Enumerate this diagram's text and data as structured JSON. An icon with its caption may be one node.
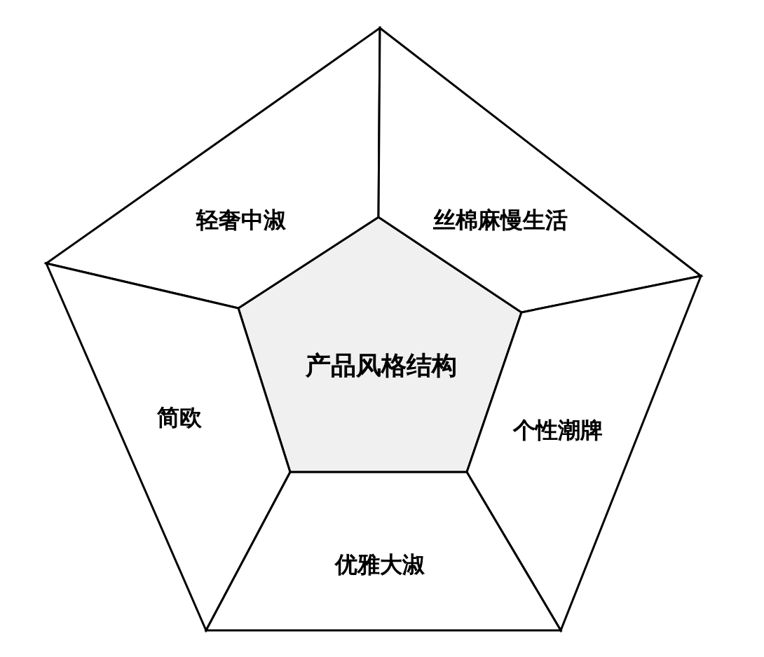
{
  "diagram": {
    "nodes": [
      {
        "text": [
          "产品风格结构"
        ]
      },
      {
        "text": [
          "轻奢中淑"
        ]
      },
      {
        "text": [
          "丝棉麻慢生活"
        ]
      },
      {
        "text": [
          "简欧"
        ]
      },
      {
        "text": [
          "个性潮牌"
        ]
      },
      {
        "text": [
          "优雅大淑"
        ]
      }
    ]
  }
}
